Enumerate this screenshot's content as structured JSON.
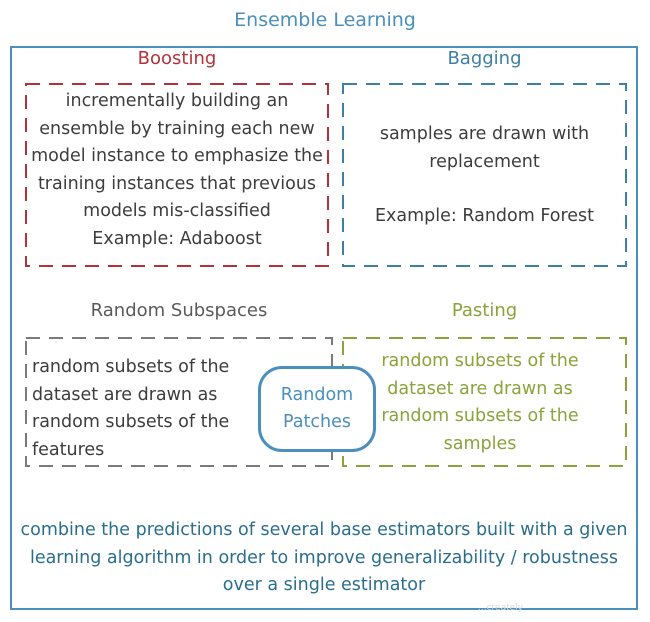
{
  "title": "Ensemble Learning",
  "colors": {
    "frame": "#4a8fbd",
    "boosting": "#b3323a",
    "bagging": "#3e7fa6",
    "random_subspaces": "#7a7a7a",
    "pasting": "#8aa33a",
    "footer": "#2a6e8e",
    "text": "#3d3d3d"
  },
  "boosting": {
    "label": "Boosting",
    "text": "incrementally building an\nensemble by training each new\nmodel instance to emphasize the\ntraining instances that previous\nmodels mis-classified\nExample: Adaboost"
  },
  "bagging": {
    "label": "Bagging",
    "text": "samples are drawn with\nreplacement",
    "example": "Example: Random Forest"
  },
  "random_subspaces": {
    "label": "Random Subspaces",
    "text": "random subsets of the\ndataset are drawn as\nrandom subsets of the\nfeatures"
  },
  "pasting": {
    "label": "Pasting",
    "text": "random subsets of the\ndataset are drawn as\nrandom subsets of the\nsamples"
  },
  "random_patches": {
    "label": "Random\nPatches"
  },
  "footer": {
    "text": "combine the predictions of several base estimators built with a given\nlearning algorithm in order to improve generalizability / robustness\nover a single estimator"
  },
  "watermark": "...creately"
}
